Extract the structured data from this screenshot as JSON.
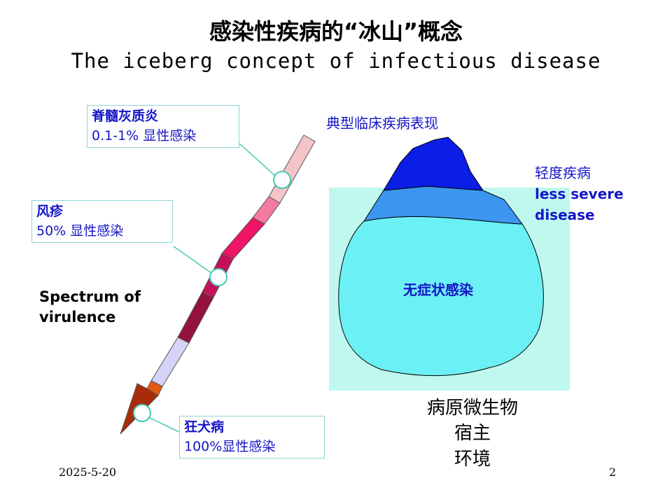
{
  "slide": {
    "title_cn": "感染性疾病的“冰山”概念",
    "title_en": "The iceberg concept of infectious disease",
    "spectrum_label_line1": "Spectrum of",
    "spectrum_label_line2": "virulence",
    "callouts": [
      {
        "name": "脊髓灰质炎",
        "rate": "0.1-1% 显性感染"
      },
      {
        "name": "风疹",
        "rate": "50% 显性感染"
      },
      {
        "name": "狂犬病",
        "rate": "100%显性感染"
      }
    ],
    "iceberg": {
      "top_label": "典型临床疾病表现",
      "mild_label_cn": "轻度疾病",
      "mild_label_en_1": "less severe",
      "mild_label_en_2": "disease",
      "submerged_label": "无症状感染"
    },
    "factors": [
      "病原微生物",
      "宿主",
      "环境"
    ],
    "footer_date": "2025-5-20",
    "page_number": "2"
  },
  "colors": {
    "callout_text": "#1515c8",
    "water": "#bff8ee",
    "iceberg_tip": "#0a1ee6",
    "iceberg_mild": "#3c96f0",
    "iceberg_submerged": "#6bf0f5"
  }
}
